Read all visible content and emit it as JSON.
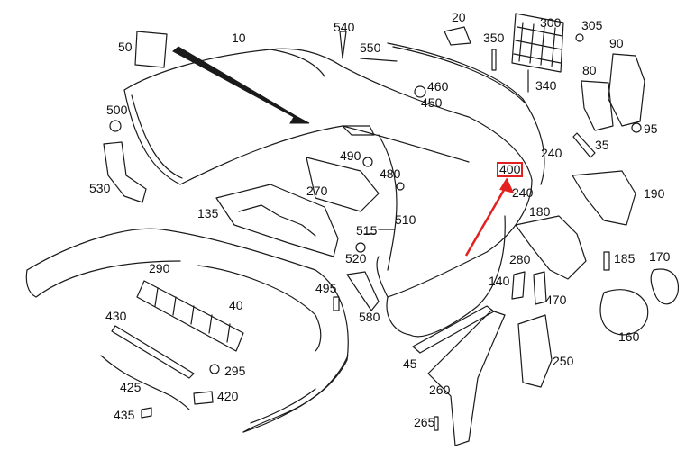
{
  "diagram": {
    "highlight_color": "#e32020",
    "line_color": "#1a1a1a",
    "highlighted_part": "400",
    "parts": [
      {
        "id": "p10",
        "label": "10"
      },
      {
        "id": "p20",
        "label": "20"
      },
      {
        "id": "p35",
        "label": "35"
      },
      {
        "id": "p40",
        "label": "40"
      },
      {
        "id": "p45",
        "label": "45"
      },
      {
        "id": "p50",
        "label": "50"
      },
      {
        "id": "p80",
        "label": "80"
      },
      {
        "id": "p90",
        "label": "90"
      },
      {
        "id": "p95",
        "label": "95"
      },
      {
        "id": "p135",
        "label": "135"
      },
      {
        "id": "p140",
        "label": "140"
      },
      {
        "id": "p160",
        "label": "160"
      },
      {
        "id": "p170",
        "label": "170"
      },
      {
        "id": "p180",
        "label": "180"
      },
      {
        "id": "p185",
        "label": "185"
      },
      {
        "id": "p190",
        "label": "190"
      },
      {
        "id": "p240a",
        "label": "240"
      },
      {
        "id": "p240b",
        "label": "240"
      },
      {
        "id": "p250",
        "label": "250"
      },
      {
        "id": "p260",
        "label": "260"
      },
      {
        "id": "p265",
        "label": "265"
      },
      {
        "id": "p270",
        "label": "270"
      },
      {
        "id": "p280",
        "label": "280"
      },
      {
        "id": "p290",
        "label": "290"
      },
      {
        "id": "p295",
        "label": "295"
      },
      {
        "id": "p300",
        "label": "300"
      },
      {
        "id": "p305",
        "label": "305"
      },
      {
        "id": "p340",
        "label": "340"
      },
      {
        "id": "p350",
        "label": "350"
      },
      {
        "id": "p400",
        "label": "400"
      },
      {
        "id": "p420",
        "label": "420"
      },
      {
        "id": "p425",
        "label": "425"
      },
      {
        "id": "p430",
        "label": "430"
      },
      {
        "id": "p435",
        "label": "435"
      },
      {
        "id": "p450",
        "label": "450"
      },
      {
        "id": "p460",
        "label": "460"
      },
      {
        "id": "p470",
        "label": "470"
      },
      {
        "id": "p480",
        "label": "480"
      },
      {
        "id": "p490",
        "label": "490"
      },
      {
        "id": "p495",
        "label": "495"
      },
      {
        "id": "p500",
        "label": "500"
      },
      {
        "id": "p510",
        "label": "510"
      },
      {
        "id": "p515",
        "label": "515"
      },
      {
        "id": "p520",
        "label": "520"
      },
      {
        "id": "p530",
        "label": "530"
      },
      {
        "id": "p540",
        "label": "540"
      },
      {
        "id": "p550",
        "label": "550"
      },
      {
        "id": "p580",
        "label": "580"
      }
    ]
  }
}
